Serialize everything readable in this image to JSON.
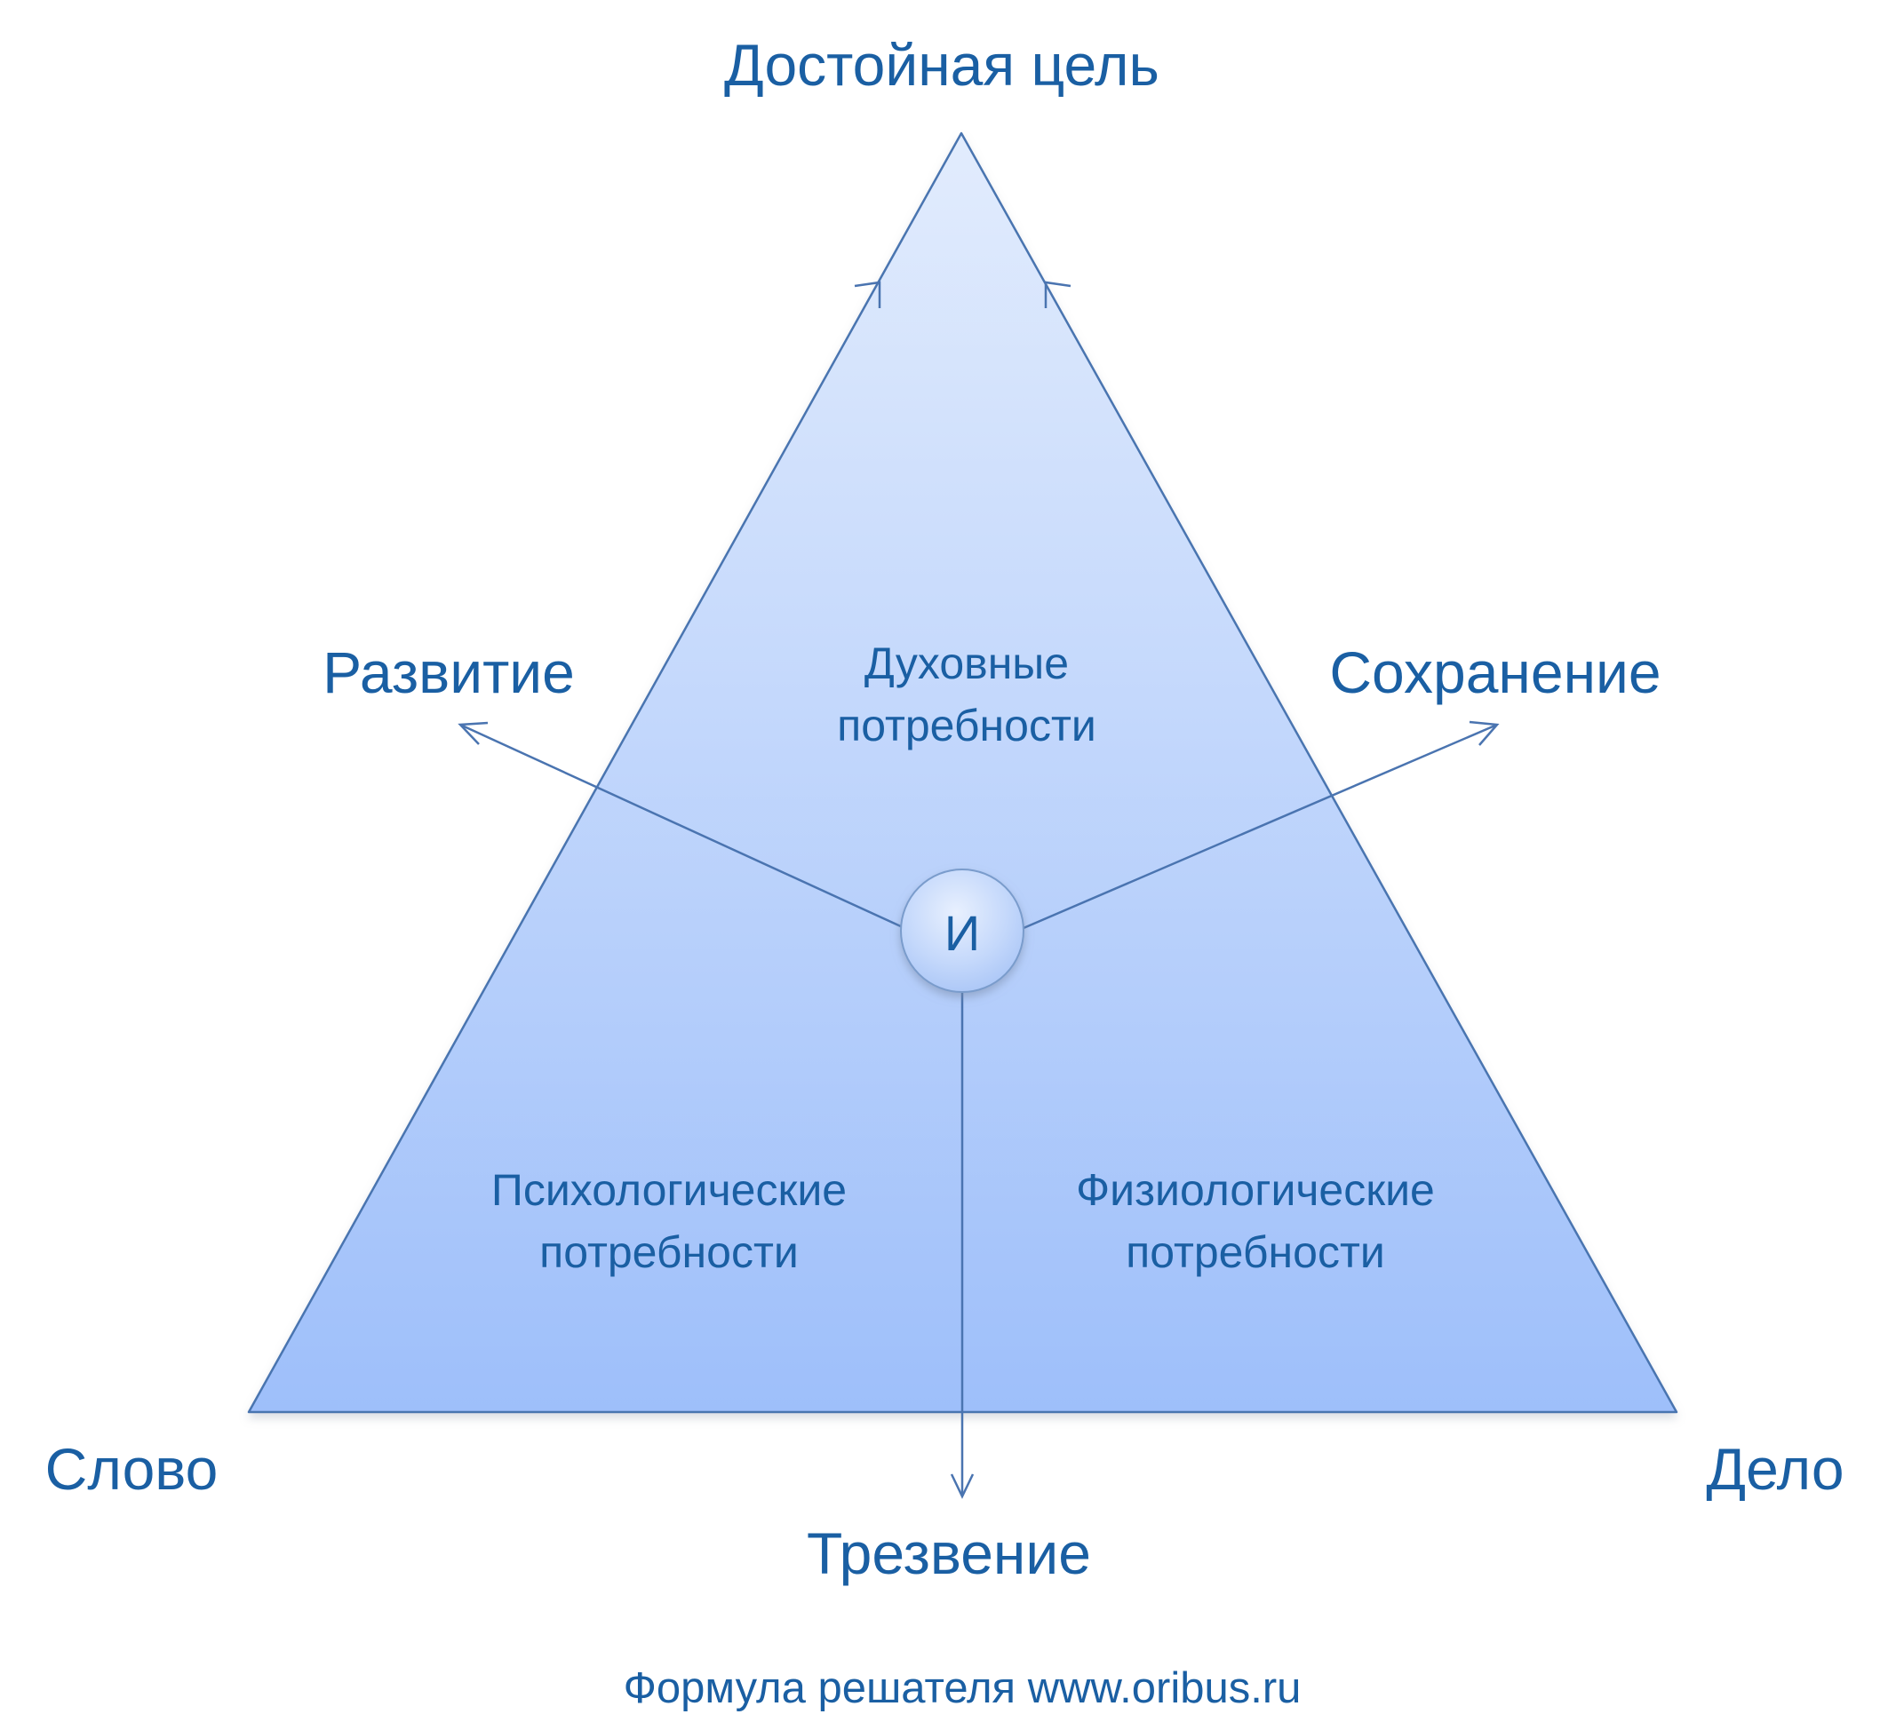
{
  "colors": {
    "text": "#1a5fa3",
    "line": "#4a74b0",
    "fill_top": "#e2ecfd",
    "fill_bottom": "#9ebffa"
  },
  "labels": {
    "apex": "Достойная цель",
    "left_direction": "Развитие",
    "right_direction": "Сохранение",
    "bottom_left": "Слово",
    "bottom_right": "Дело",
    "bottom_direction": "Трезвение"
  },
  "zones": {
    "spiritual": [
      "Духовные",
      "потребности"
    ],
    "psychological": [
      "Психологические",
      "потребности"
    ],
    "physiological": [
      "Физиологические",
      "потребности"
    ]
  },
  "center": {
    "letter": "И"
  },
  "footer": {
    "text": "Формула решателя www.oribus.ru"
  }
}
